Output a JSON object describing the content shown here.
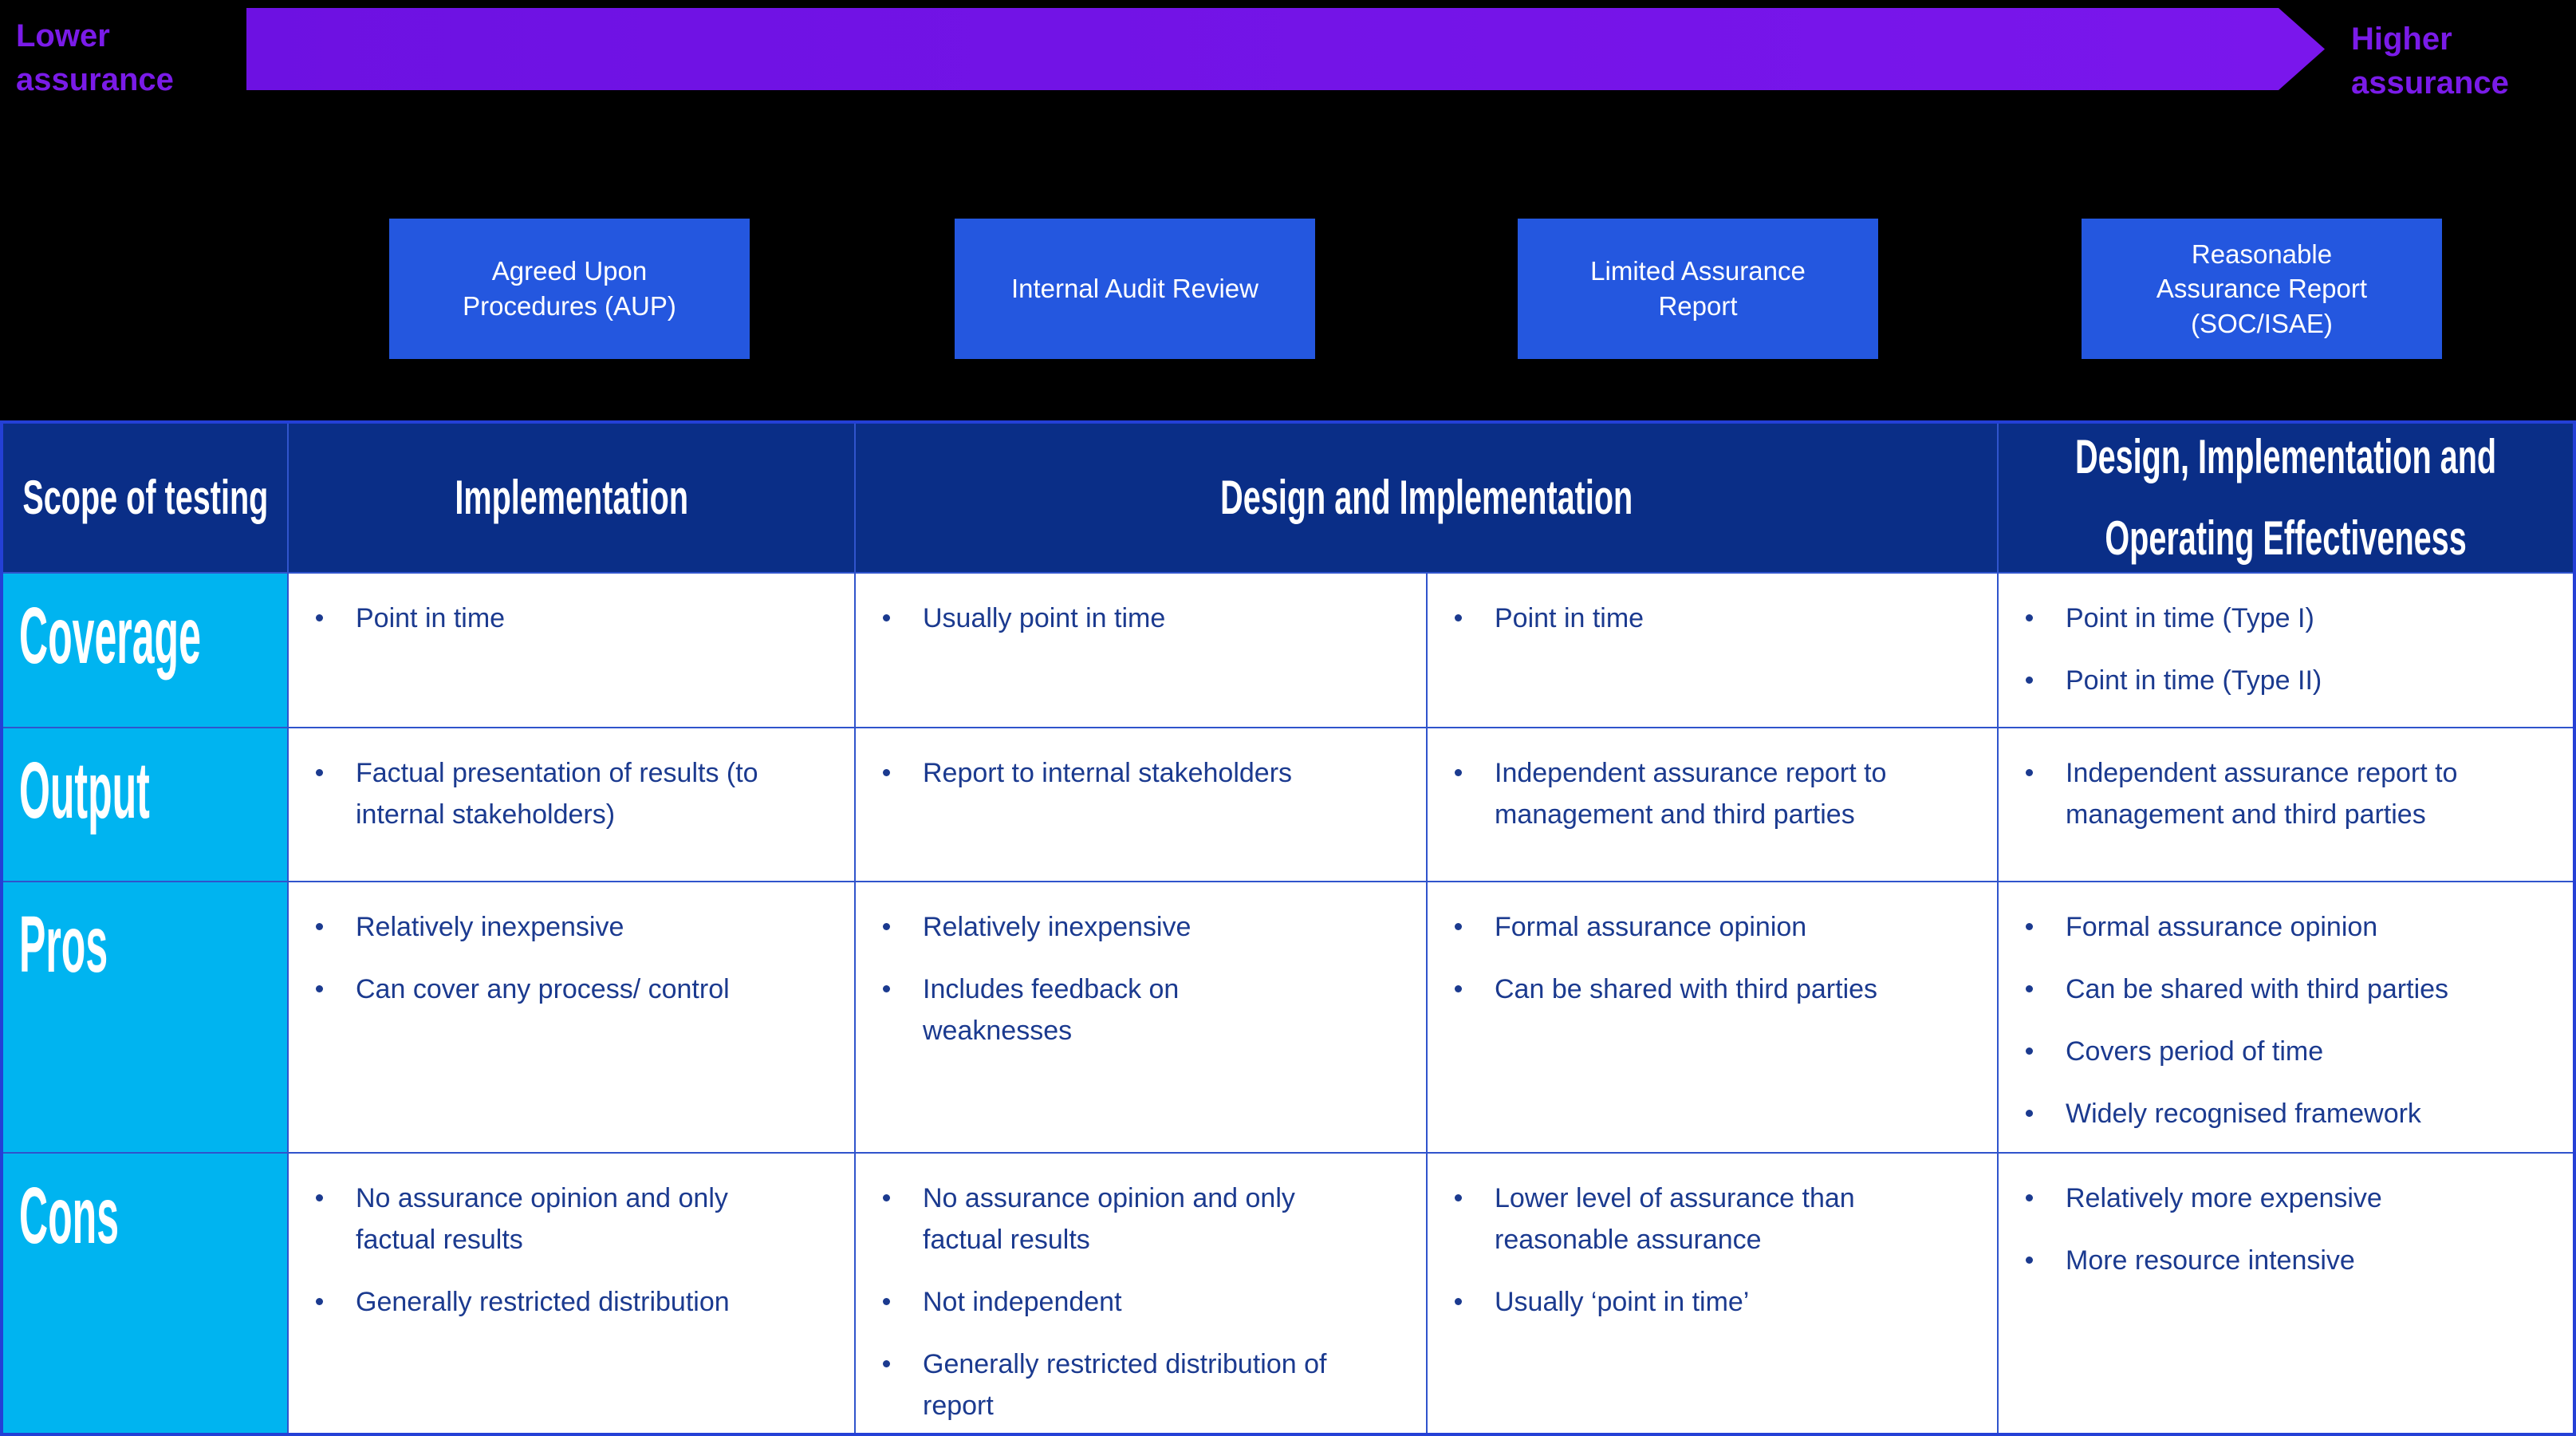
{
  "scale_bar": {
    "low_label": "Lower\nassurance",
    "high_label": "Higher\nassurance"
  },
  "report_types": [
    {
      "label": "Agreed Upon\nProcedures (AUP)"
    },
    {
      "label": "Internal Audit Review"
    },
    {
      "label": "Limited Assurance\nReport"
    },
    {
      "label": "Reasonable\nAssurance Report\n(SOC/ISAE)"
    }
  ],
  "table": {
    "header": {
      "scope": "Scope of testing",
      "implementation": "Implementation",
      "design_implementation": "Design and Implementation",
      "design_impl_oe": "Design, Implementation and\nOperating Effectiveness"
    },
    "rows": [
      {
        "label": "Coverage",
        "cells": [
          [
            "Point in time"
          ],
          [
            "Usually point in time"
          ],
          [
            "Point in time"
          ],
          [
            "Point in time (Type I)",
            "Point in time (Type II)"
          ]
        ]
      },
      {
        "label": "Output",
        "cells": [
          [
            "Factual presentation of results (to\ninternal stakeholders)"
          ],
          [
            "Report to internal stakeholders"
          ],
          [
            "Independent assurance report to\nmanagement and third parties"
          ],
          [
            "Independent assurance report to\nmanagement and third parties"
          ]
        ]
      },
      {
        "label": "Pros",
        "cells": [
          [
            "Relatively inexpensive",
            "Can cover any process/ control"
          ],
          [
            "Relatively inexpensive",
            "Includes feedback on\nweaknesses"
          ],
          [
            "Formal assurance opinion",
            "Can be shared with third parties"
          ],
          [
            "Formal assurance opinion",
            "Can be shared with third parties",
            "Covers period of time",
            "Widely recognised framework"
          ]
        ]
      },
      {
        "label": "Cons",
        "cells": [
          [
            "No assurance opinion and only\nfactual results",
            "Generally restricted distribution"
          ],
          [
            "No assurance opinion and only\nfactual results",
            "Not independent",
            "Generally restricted distribution of\nreport"
          ],
          [
            "Lower level of assurance than\nreasonable assurance",
            "Usually ‘point in time’"
          ],
          [
            "Relatively more expensive",
            "More resource intensive"
          ]
        ]
      }
    ]
  },
  "colors": {
    "arrow_purple": "#7213e9",
    "purple_text": "#7a1be8",
    "box_blue": "#2457df",
    "header_navy": "#0a2e87",
    "label_cyan": "#00b4f0",
    "body_text": "#1b3a8f",
    "grid_line": "#3054cc",
    "outer_border": "#2440d6"
  }
}
